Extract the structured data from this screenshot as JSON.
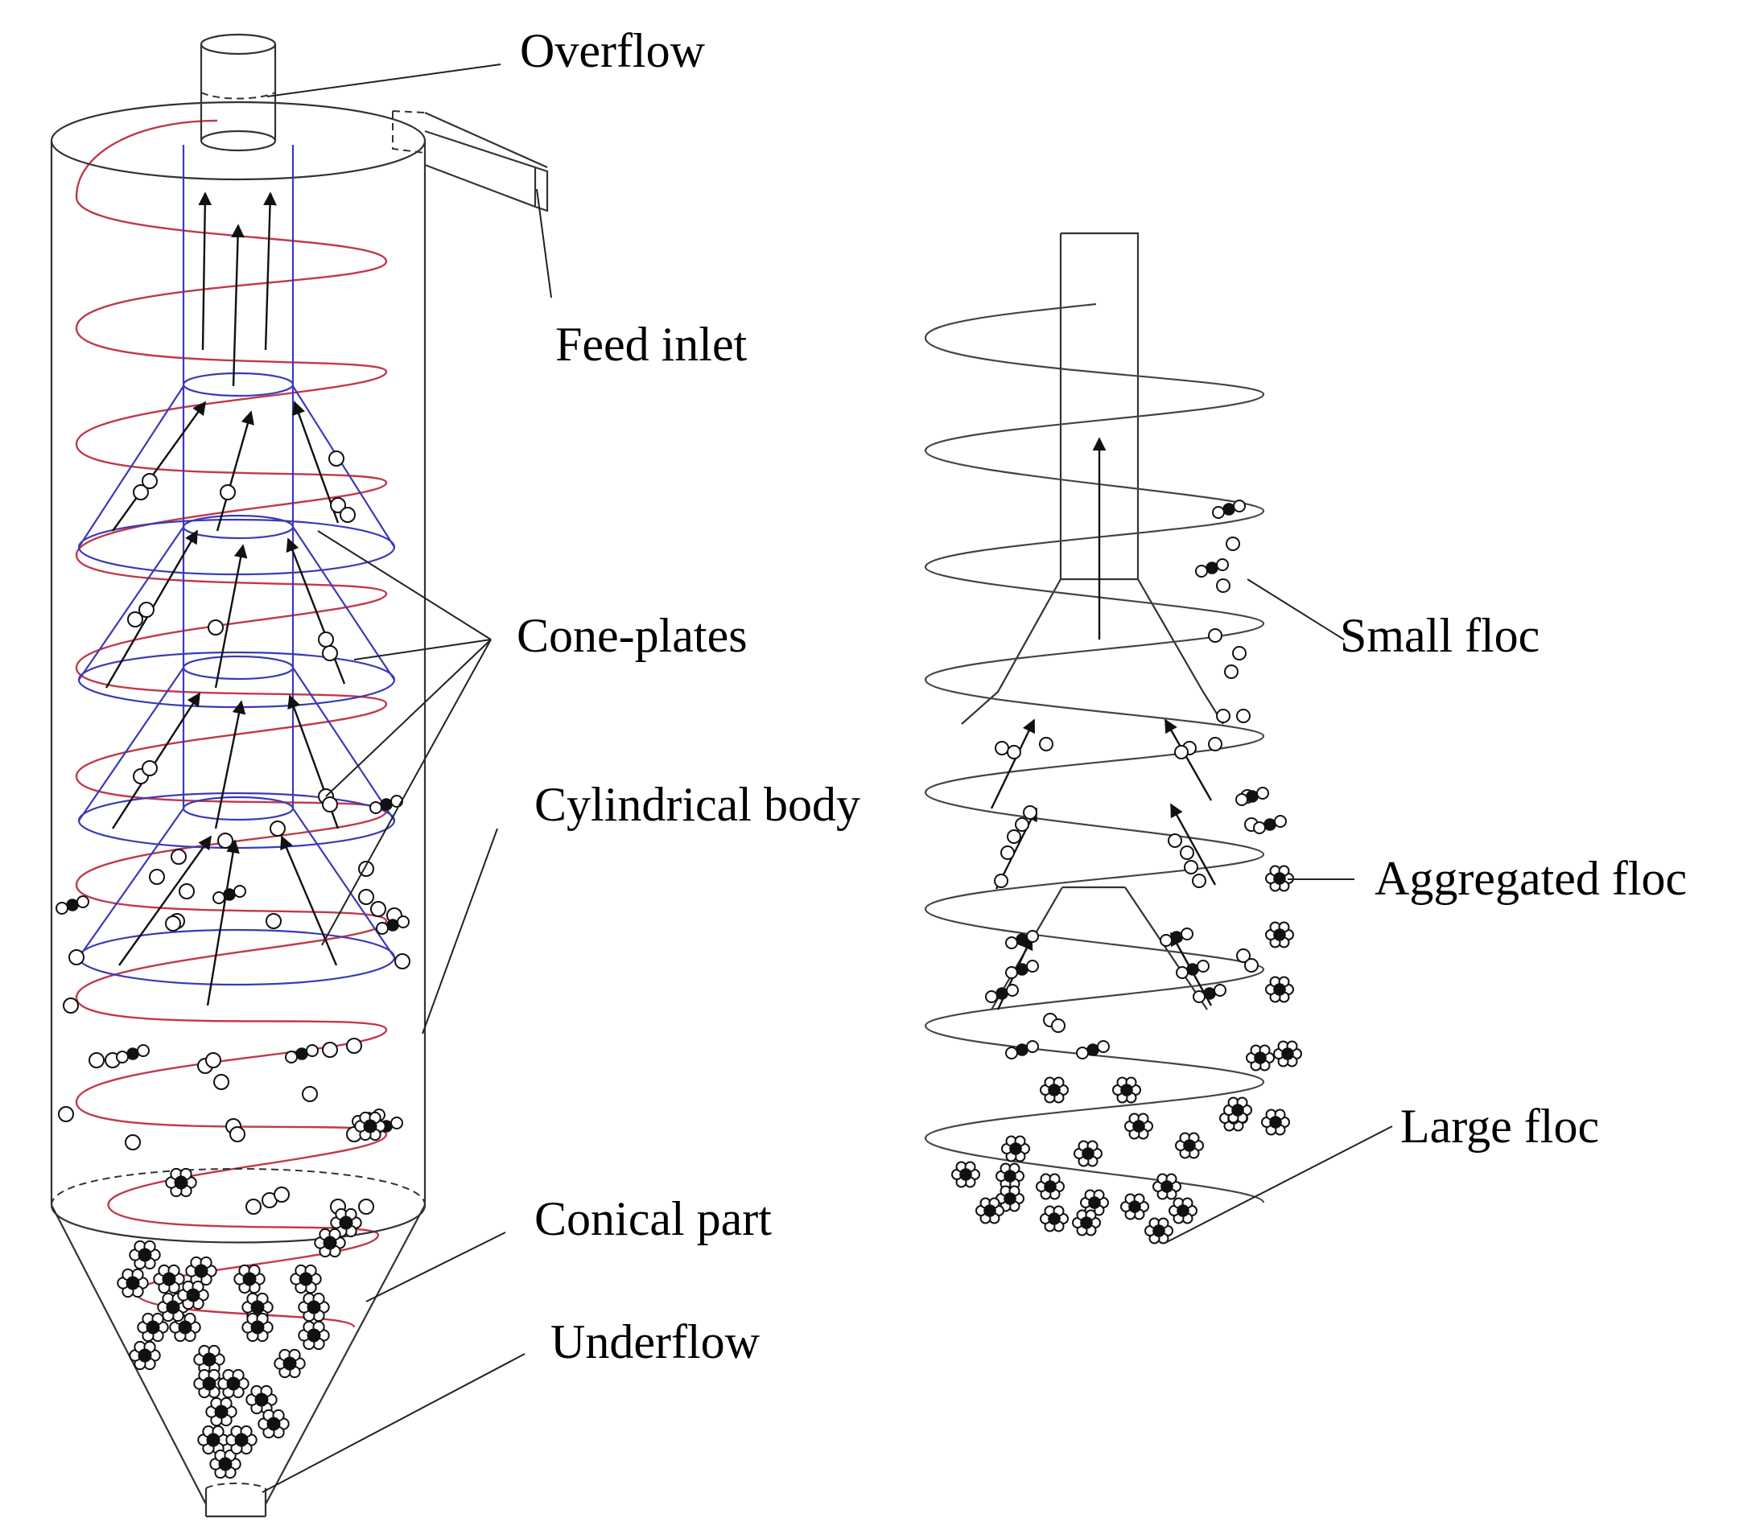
{
  "colors": {
    "outline": "#333333",
    "swirl_red": "#c0394b",
    "cone_blue": "#3a3ab8",
    "arrow": "#111111"
  },
  "labels": {
    "overflow": "Overflow",
    "feed_inlet": "Feed inlet",
    "cone_plates": "Cone-plates",
    "cylindrical_body": "Cylindrical body",
    "conical_part": "Conical part",
    "underflow": "Underflow",
    "small_floc": "Small floc",
    "aggregated_floc": "Aggregated floc",
    "large_floc": "Large floc"
  }
}
